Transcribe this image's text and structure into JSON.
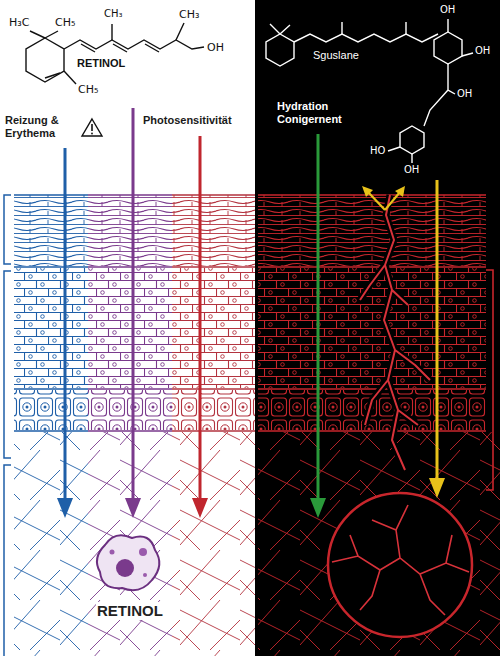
{
  "diagram": {
    "labels": [
      "H₃C",
      "CH₅",
      "CH₃",
      "CH₃",
      "OH",
      "RETINOL",
      "CH₅",
      "Reizung & Erythema",
      "Photosensitivität",
      "RETINOL",
      "Sguslane",
      "Hydration Conigernent",
      "OH",
      "OH",
      "OH",
      "HO",
      "OH"
    ]
  }
}
